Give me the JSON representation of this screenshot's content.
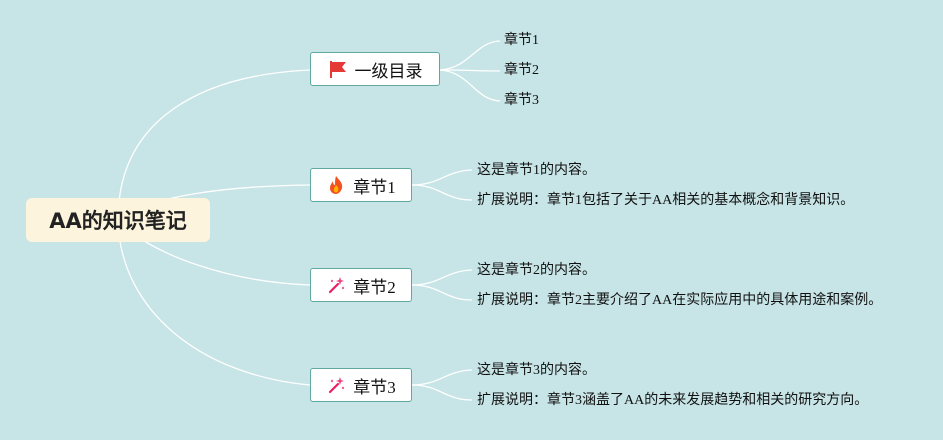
{
  "root": {
    "title": "AA的知识笔记"
  },
  "branches": [
    {
      "label": "一级目录",
      "icon": "red-flag-icon",
      "children": [
        "章节1",
        "章节2",
        "章节3"
      ]
    },
    {
      "label": "章节1",
      "icon": "fire-icon",
      "children": [
        "这是章节1的内容。",
        "扩展说明：章节1包括了关于AA相关的基本概念和背景知识。"
      ]
    },
    {
      "label": "章节2",
      "icon": "magic-wand-icon",
      "children": [
        "这是章节2的内容。",
        "扩展说明：章节2主要介绍了AA在实际应用中的具体用途和案例。"
      ]
    },
    {
      "label": "章节3",
      "icon": "magic-wand-icon",
      "children": [
        "这是章节3的内容。",
        "扩展说明：章节3涵盖了AA的未来发展趋势和相关的研究方向。"
      ]
    }
  ],
  "colors": {
    "background": "#c7e4e6",
    "root_fill": "#fcf4dc",
    "branch_border": "#5fa9a0",
    "link": "#ffffff"
  }
}
